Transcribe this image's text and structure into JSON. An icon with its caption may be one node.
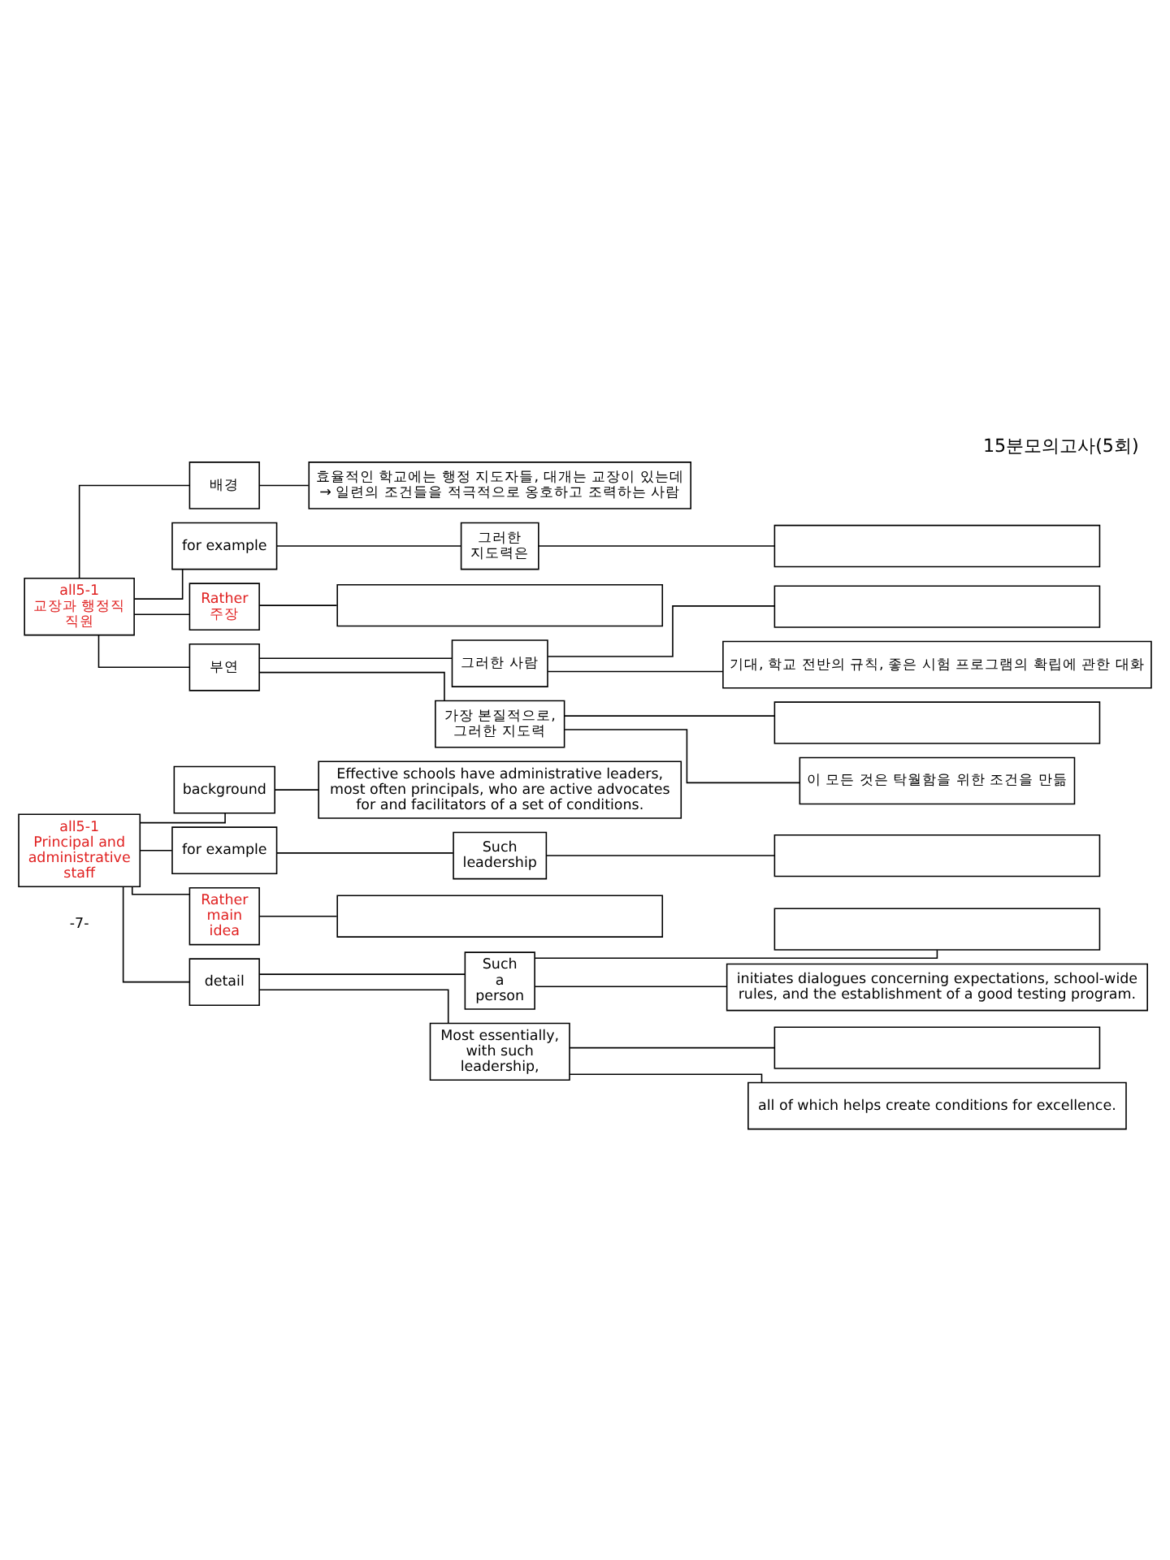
{
  "diagram": {
    "title": "15분모의고사(5회)",
    "nodes": [
      {
        "text": [
          "all5-1 교장과 행정직 직원"
        ]
      },
      {
        "text": [
          "배경"
        ]
      },
      {
        "text": [
          "효율적인 학교에는 행정 지도자들, 대개는 교장이 있는데 → 일련의 조건들을 적극적으로 옹호하고 조력하는 사람"
        ]
      },
      {
        "text": [
          "for example"
        ]
      },
      {
        "text": [
          "그러한 지도력은"
        ]
      },
      {
        "text": [],
        "shape": "box"
      },
      {
        "text": [
          "Rather 주장"
        ]
      },
      {
        "text": [],
        "shape": "box"
      },
      {
        "text": [
          "부연"
        ]
      },
      {
        "text": [
          "그러한 사람"
        ]
      },
      {
        "text": [],
        "shape": "box"
      },
      {
        "text": [
          "기대, 학교 전반의 규칙, 좋은 시험 프로그램의 확립에 관한 대화"
        ]
      },
      {
        "text": [
          "가장 본질적으로, 그러한 지도력"
        ]
      },
      {
        "text": [],
        "shape": "box"
      },
      {
        "text": [
          "이 모든 것은 탁월함을 위한 조건을 만듦"
        ]
      },
      {
        "text": [
          "all5-1 Principal and administrative staff"
        ]
      },
      {
        "text": [
          "background"
        ]
      },
      {
        "text": [
          "Effective schools have administrative leaders, most often principals, who are active advocates for and facilitators of a set of conditions."
        ]
      },
      {
        "text": [
          "for example"
        ]
      },
      {
        "text": [
          "Such leadership"
        ]
      },
      {
        "text": [],
        "shape": "box"
      },
      {
        "text": [
          "Rather main idea"
        ]
      },
      {
        "text": [],
        "shape": "box"
      },
      {
        "text": [
          "detail"
        ]
      },
      {
        "text": [
          "Such a person"
        ]
      },
      {
        "text": [],
        "shape": "box"
      },
      {
        "text": [
          "initiates dialogues concerning expectations, school-wide rules, and the establishment of a good testing program."
        ]
      },
      {
        "text": [
          "Most essentially, with such leadership,"
        ]
      },
      {
        "text": [],
        "shape": "box"
      },
      {
        "text": [
          "all of which helps create conditions for excellence."
        ]
      }
    ],
    "edges": [
      {
        "from": 0,
        "to": 1,
        "arrow": "none"
      },
      {
        "from": 1,
        "to": 2,
        "arrow": "none"
      },
      {
        "from": 0,
        "to": 3,
        "arrow": "none"
      },
      {
        "from": 3,
        "to": 4,
        "arrow": "none"
      },
      {
        "from": 4,
        "to": 5,
        "arrow": "none"
      },
      {
        "from": 0,
        "to": 6,
        "arrow": "none"
      },
      {
        "from": 6,
        "to": 7,
        "arrow": "none"
      },
      {
        "from": 0,
        "to": 8,
        "arrow": "none"
      },
      {
        "from": 8,
        "to": 9,
        "arrow": "none"
      },
      {
        "from": 9,
        "to": 10,
        "arrow": "none"
      },
      {
        "from": 9,
        "to": 11,
        "arrow": "none"
      },
      {
        "from": 8,
        "to": 12,
        "arrow": "none"
      },
      {
        "from": 12,
        "to": 13,
        "arrow": "none"
      },
      {
        "from": 12,
        "to": 14,
        "arrow": "none"
      },
      {
        "from": 15,
        "to": 16,
        "arrow": "none"
      },
      {
        "from": 16,
        "to": 17,
        "arrow": "none"
      },
      {
        "from": 15,
        "to": 18,
        "arrow": "none"
      },
      {
        "from": 18,
        "to": 19,
        "arrow": "none"
      },
      {
        "from": 19,
        "to": 20,
        "arrow": "none"
      },
      {
        "from": 15,
        "to": 21,
        "arrow": "none"
      },
      {
        "from": 21,
        "to": 22,
        "arrow": "none"
      },
      {
        "from": 15,
        "to": 23,
        "arrow": "none"
      },
      {
        "from": 23,
        "to": 24,
        "arrow": "none"
      },
      {
        "from": 24,
        "to": 25,
        "arrow": "none"
      },
      {
        "from": 24,
        "to": 26,
        "arrow": "none"
      },
      {
        "from": 23,
        "to": 27,
        "arrow": "none"
      },
      {
        "from": 27,
        "to": 28,
        "arrow": "none"
      },
      {
        "from": 27,
        "to": 29,
        "arrow": "none"
      }
    ],
    "labels": [
      "-7-"
    ]
  }
}
